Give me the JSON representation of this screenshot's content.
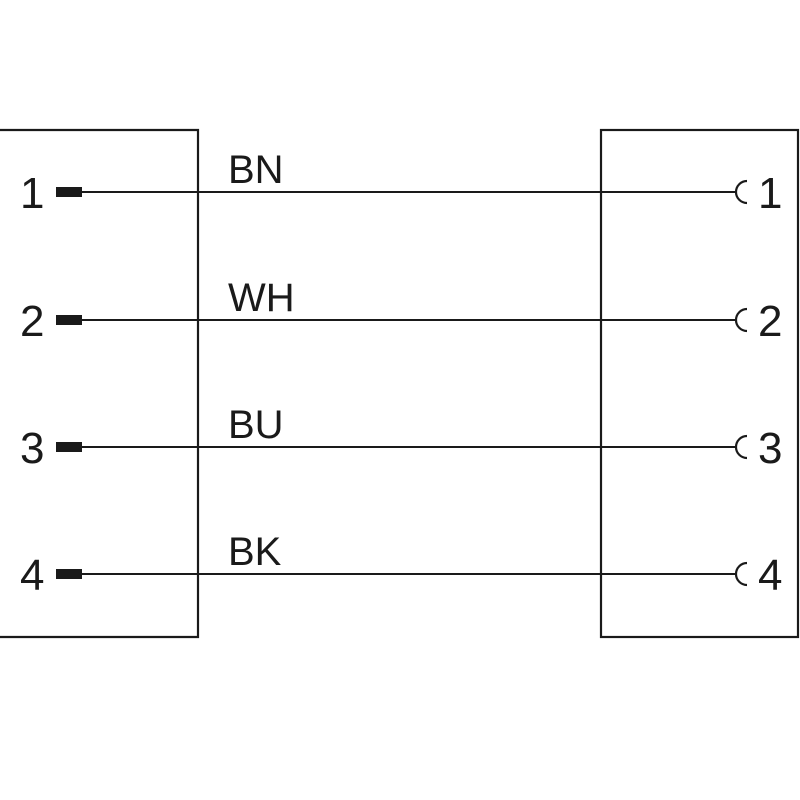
{
  "wiring": {
    "rows": [
      {
        "left_pin": "1",
        "wire_color": "BN",
        "right_pin": "1"
      },
      {
        "left_pin": "2",
        "wire_color": "WH",
        "right_pin": "2"
      },
      {
        "left_pin": "3",
        "wire_color": "BU",
        "right_pin": "3"
      },
      {
        "left_pin": "4",
        "wire_color": "BK",
        "right_pin": "4"
      }
    ]
  }
}
